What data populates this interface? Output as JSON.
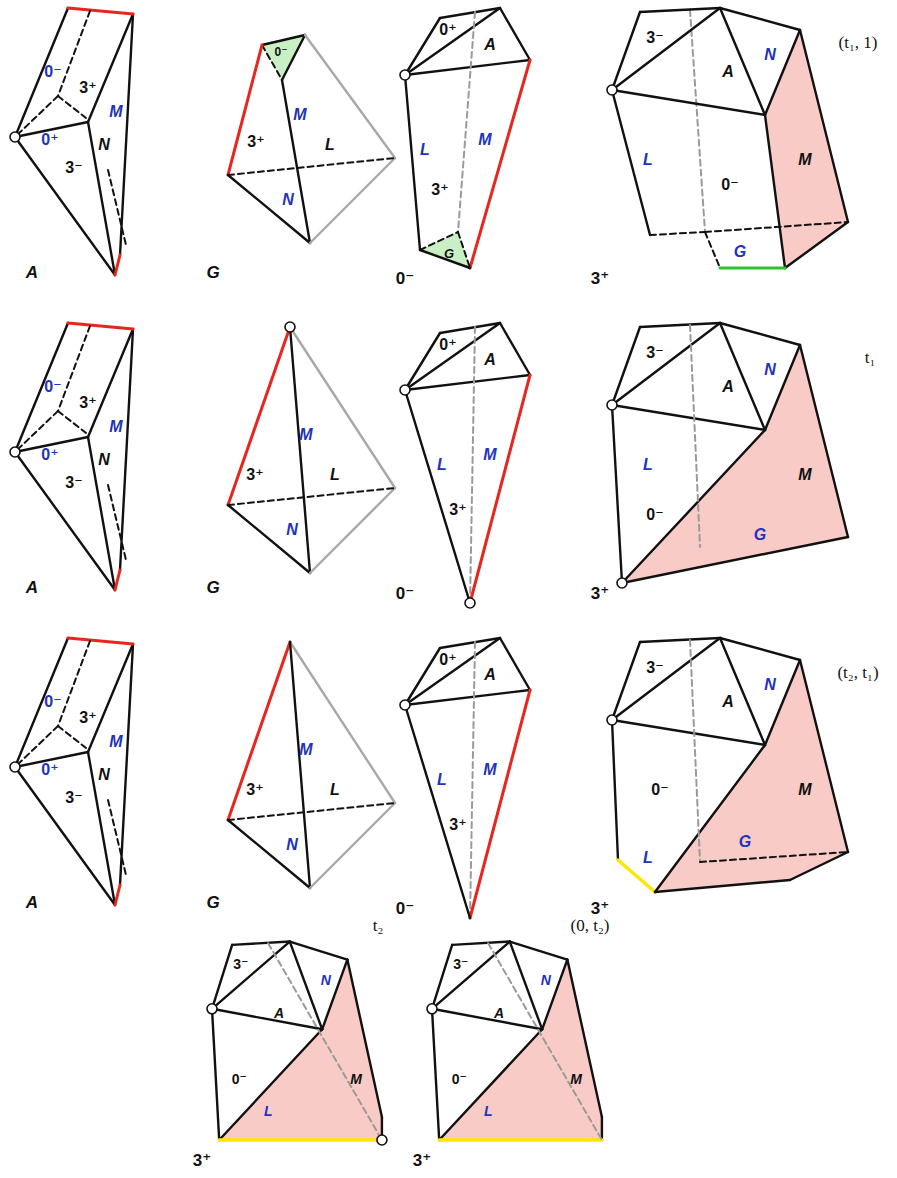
{
  "diagram": {
    "labels": [
      "0⁻",
      "3⁺",
      "M",
      "0⁺",
      "N",
      "3⁻",
      "A",
      "0⁻",
      "3⁺",
      "M",
      "L",
      "N",
      "G",
      "0⁺",
      "A",
      "L",
      "M",
      "3⁺",
      "G",
      "0⁻",
      "3⁻",
      "A",
      "N",
      "L",
      "0⁻",
      "M",
      "G",
      "3⁺",
      "(t₁, 1)",
      "0⁻",
      "3⁺",
      "M",
      "0⁺",
      "N",
      "3⁻",
      "A",
      "3⁺",
      "M",
      "L",
      "N",
      "G",
      "0⁺",
      "A",
      "L",
      "M",
      "3⁺",
      "0⁻",
      "3⁻",
      "A",
      "N",
      "L",
      "0⁻",
      "M",
      "G",
      "3⁺",
      "t₁",
      "0⁻",
      "3⁺",
      "M",
      "0⁺",
      "N",
      "3⁻",
      "A",
      "3⁺",
      "M",
      "L",
      "N",
      "G",
      "0⁺",
      "A",
      "L",
      "M",
      "3⁺",
      "0⁻",
      "3⁻",
      "A",
      "N",
      "0⁻",
      "M",
      "L",
      "G",
      "3⁺",
      "(t₂, t₁)",
      "t₂",
      "3⁻",
      "A",
      "N",
      "0⁻",
      "M",
      "L",
      "3⁺",
      "(0, t₂)",
      "3⁻",
      "A",
      "N",
      "0⁻",
      "M",
      "L",
      "3⁺"
    ]
  }
}
